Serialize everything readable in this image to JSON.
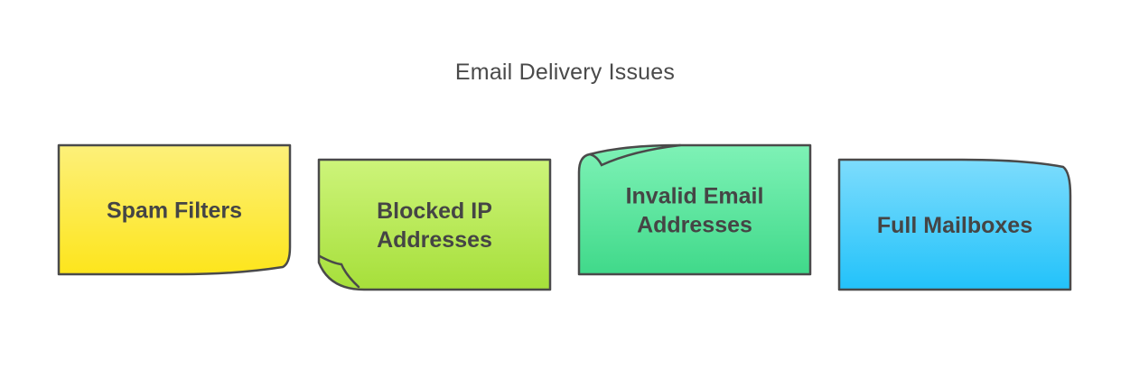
{
  "title": "Email Delivery Issues",
  "colors": {
    "stroke": "#4a4a4a",
    "text": "#454545"
  },
  "cards": [
    {
      "id": "spam-filters",
      "lines": [
        "Spam Filters"
      ],
      "color_top": "#fdf07a",
      "color_bottom": "#fde51c",
      "style": "curl-bottom-right"
    },
    {
      "id": "blocked-ip-addresses",
      "lines": [
        "Blocked IP",
        "Addresses"
      ],
      "color_top": "#cdf47a",
      "color_bottom": "#a6df3a",
      "style": "fold-bottom-left"
    },
    {
      "id": "invalid-email-addresses",
      "lines": [
        "Invalid Email",
        "Addresses"
      ],
      "color_top": "#7ef2b6",
      "color_bottom": "#40d98a",
      "style": "fold-top-left"
    },
    {
      "id": "full-mailboxes",
      "lines": [
        "Full Mailboxes"
      ],
      "color_top": "#7ddcfc",
      "color_bottom": "#22c2fa",
      "style": "curl-top-right"
    }
  ]
}
